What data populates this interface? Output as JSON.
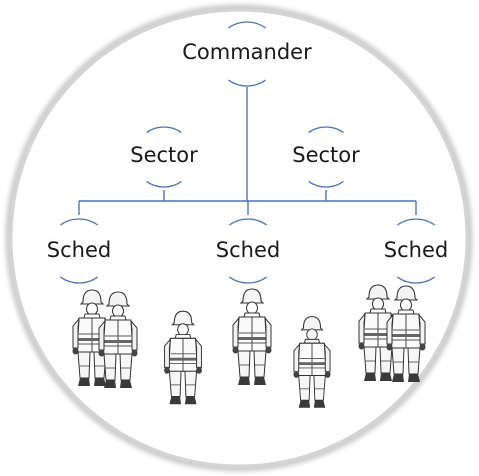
{
  "diagram": {
    "nodes": {
      "commander": {
        "label": "Commander"
      },
      "sector_left": {
        "label": "Sector"
      },
      "sector_right": {
        "label": "Sector"
      },
      "sched_left": {
        "label": "Sched"
      },
      "sched_center": {
        "label": "Sched"
      },
      "sched_right": {
        "label": "Sched"
      }
    },
    "firefighter_count": 7
  },
  "colors": {
    "arc": "#4f74b3",
    "line": "#4f74b3",
    "outer_ring": "#cfcfcf",
    "figure_stroke": "#333333",
    "text": "#1a1a1a"
  }
}
